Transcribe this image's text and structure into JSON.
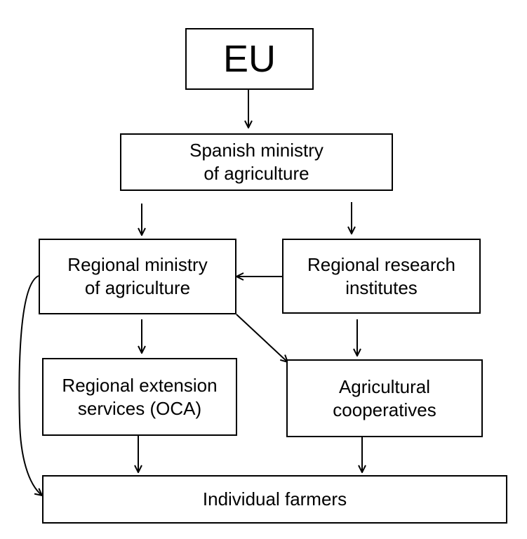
{
  "diagram": {
    "nodes": {
      "eu": "EU",
      "spanish_ministry": "Spanish ministry\nof agriculture",
      "regional_ministry": "Regional ministry\nof agriculture",
      "regional_research": "Regional research\ninstitutes",
      "regional_extension": "Regional extension\nservices (OCA)",
      "cooperatives": "Agricultural\ncooperatives",
      "farmers": "Individual farmers"
    },
    "edges": [
      {
        "from": "eu",
        "to": "spanish_ministry"
      },
      {
        "from": "spanish_ministry",
        "to": "regional_ministry"
      },
      {
        "from": "spanish_ministry",
        "to": "regional_research"
      },
      {
        "from": "regional_research",
        "to": "regional_ministry"
      },
      {
        "from": "regional_ministry",
        "to": "regional_extension"
      },
      {
        "from": "regional_ministry",
        "to": "cooperatives"
      },
      {
        "from": "regional_research",
        "to": "cooperatives"
      },
      {
        "from": "regional_extension",
        "to": "farmers"
      },
      {
        "from": "cooperatives",
        "to": "farmers"
      },
      {
        "from": "regional_ministry",
        "to": "farmers"
      }
    ]
  }
}
